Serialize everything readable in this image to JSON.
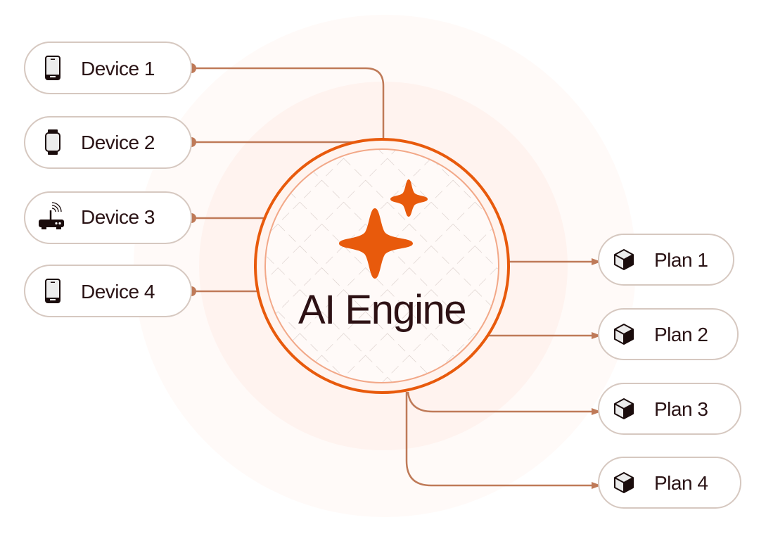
{
  "engine": {
    "label": "AI Engine",
    "icon": "sparkles-icon"
  },
  "inputs": [
    {
      "label": "Device 1",
      "icon": "smartphone-icon"
    },
    {
      "label": "Device 2",
      "icon": "smartwatch-icon"
    },
    {
      "label": "Device 3",
      "icon": "router-icon"
    },
    {
      "label": "Device 4",
      "icon": "smartphone-icon"
    }
  ],
  "outputs": [
    {
      "label": "Plan 1",
      "icon": "cube-icon"
    },
    {
      "label": "Plan 2",
      "icon": "cube-icon"
    },
    {
      "label": "Plan 3",
      "icon": "cube-icon"
    },
    {
      "label": "Plan 4",
      "icon": "cube-icon"
    }
  ],
  "colors": {
    "accent": "#e85a0c",
    "connector": "#bf7a58",
    "pill_border": "#d6c8c0",
    "text": "#2a1315",
    "glow_outer": "#fffaf8",
    "glow_inner": "#fff3ef"
  }
}
